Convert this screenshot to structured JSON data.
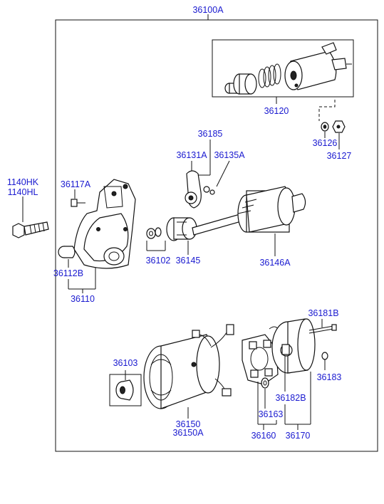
{
  "diagram": {
    "assembly_label": "36100A",
    "labels": {
      "l36120": "36120",
      "l36126": "36126",
      "l36127": "36127",
      "l36185": "36185",
      "l36131a": "36131A",
      "l36135a": "36135A",
      "l1140hk": "1140HK",
      "l1140hl": "1140HL",
      "l36117a": "36117A",
      "l36112b": "36112B",
      "l36110": "36110",
      "l36102": "36102",
      "l36145": "36145",
      "l36146a": "36146A",
      "l36181b": "36181B",
      "l36103": "36103",
      "l36183": "36183",
      "l36182b": "36182B",
      "l36150": "36150",
      "l36150a": "36150A",
      "l36163": "36163",
      "l36160": "36160",
      "l36170": "36170"
    }
  }
}
